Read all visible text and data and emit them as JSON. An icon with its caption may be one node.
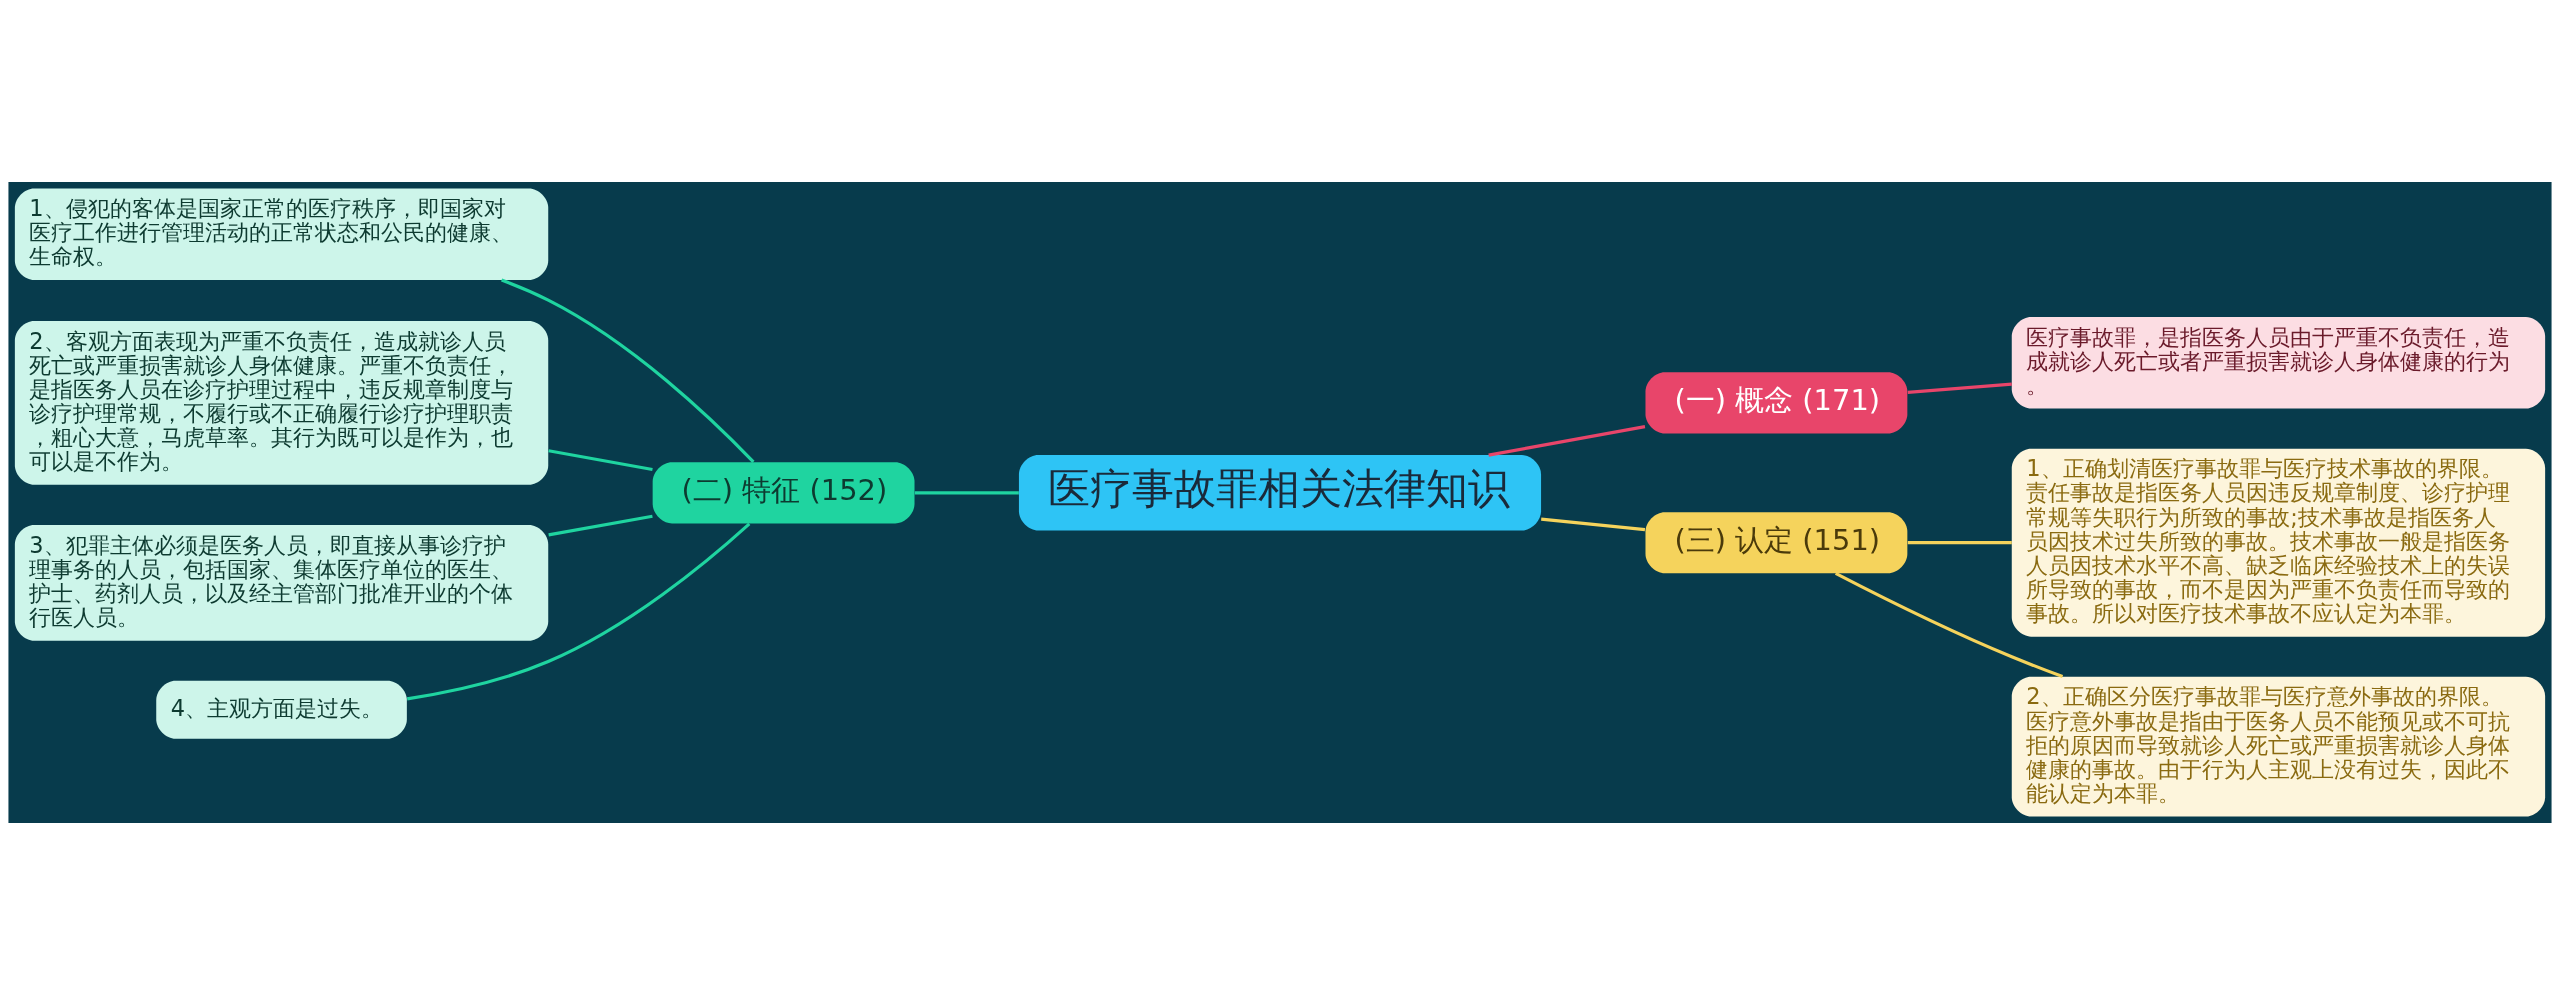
{
  "diagram": {
    "nodes": [
      {
        "text": [
          "医疗事故罪相关法律知识"
        ]
      },
      {
        "text": [
          "(一) 概念 (171)"
        ]
      },
      {
        "text": [
          "医疗事故罪，是指医务人员由于严重不负责任，造成就诊人死亡或者严重损害就诊人身体健康的行为。"
        ]
      },
      {
        "text": [
          "(二) 特征 (152)"
        ]
      },
      {
        "text": [
          "1、侵犯的客体是国家正常的医疗秩序，即国家对医疗工作进行管理活动的正常状态和公民的健康、生命权。"
        ]
      },
      {
        "text": [
          "2、客观方面表现为严重不负责任，造成就诊人员死亡或严重损害就诊人身体健康。严重不负责任，是指医务人员在诊疗护理过程中，违反规章制度与诊疗护理常规，不履行或不正确履行诊疗护理职责，粗心大意，马虎草率。其行为既可以是作为，也可以是不作为。"
        ]
      },
      {
        "text": [
          "3、犯罪主体必须是医务人员，即直接从事诊疗护理事务的人员，包括国家、集体医疗单位的医生、护士、药剂人员，以及经主管部门批准开业的个体行医人员。"
        ]
      },
      {
        "text": [
          "4、主观方面是过失。"
        ]
      },
      {
        "text": [
          "(三) 认定 (151)"
        ]
      },
      {
        "text": [
          "1、正确划清医疗事故罪与医疗技术事故的界限。责任事故是指医务人员因违反规章制度、诊疗护理常规等失职行为所致的事故;技术事故是指医务人员因技术过失所致的事故。技术事故一般是指医务人员因技术水平不高、缺乏临床经验技术上的失误所导致的事故，而不是因为严重不负责任而导致的事故。所以对医疗技术事故不应认定为本罪。"
        ]
      },
      {
        "text": [
          "2、正确区分医疗事故罪与医疗意外事故的界限。医疗意外事故是指由于医务人员不能预见或不可抗拒的原因而导致就诊人死亡或严重损害就诊人身体健康的事故。由于行为人主观上没有过失，因此不能认定为本罪。"
        ]
      }
    ],
    "edges": [
      {
        "from": 0,
        "to": 1,
        "arrow": "none",
        "color": "#e8456a"
      },
      {
        "from": 1,
        "to": 2,
        "arrow": "none",
        "color": "#e8456a"
      },
      {
        "from": 0,
        "to": 3,
        "arrow": "none",
        "color": "#1fd4a0"
      },
      {
        "from": 3,
        "to": 4,
        "arrow": "none",
        "color": "#1fd4a0"
      },
      {
        "from": 3,
        "to": 5,
        "arrow": "none",
        "color": "#1fd4a0"
      },
      {
        "from": 3,
        "to": 6,
        "arrow": "none",
        "color": "#1fd4a0"
      },
      {
        "from": 3,
        "to": 7,
        "arrow": "none",
        "color": "#1fd4a0"
      },
      {
        "from": 0,
        "to": 8,
        "arrow": "none",
        "color": "#f5d35c"
      },
      {
        "from": 8,
        "to": 9,
        "arrow": "none",
        "color": "#f5d35c"
      },
      {
        "from": 8,
        "to": 10,
        "arrow": "none",
        "color": "#f5d35c"
      }
    ]
  }
}
